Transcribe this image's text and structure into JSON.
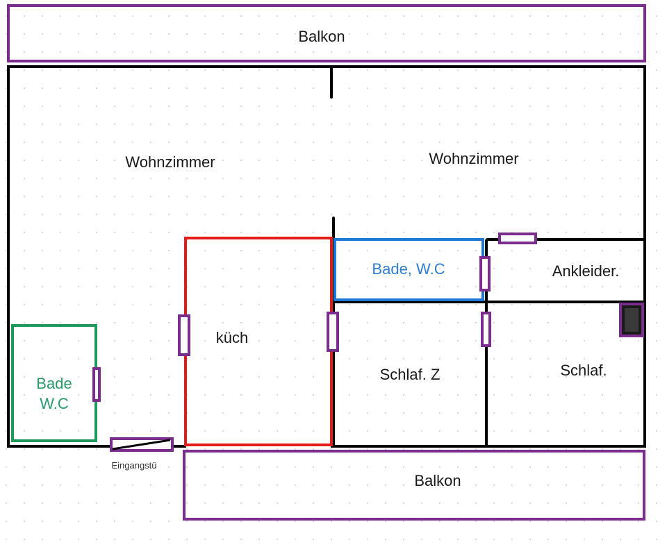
{
  "colors": {
    "wall": "#000000",
    "balcony": "#7b2d8e",
    "door": "#7b2d8e",
    "kitchen": "#e31b1b",
    "bath_blue": "#1e78d6",
    "bath_green": "#1f9a5c",
    "label": "#1a1a1a",
    "grid_dot": "#d4d4d4"
  },
  "rooms": {
    "balkon_top": {
      "label": "Balkon"
    },
    "wohnzimmer_left": {
      "label": "Wohnzimmer"
    },
    "wohnzimmer_right": {
      "label": "Wohnzimmer"
    },
    "kueche": {
      "label": "küch"
    },
    "bade_wc_blue": {
      "label": "Bade, W.C"
    },
    "ankleide": {
      "label": "Ankleider."
    },
    "schlaf_z": {
      "label": "Schlaf. Z"
    },
    "schlaf": {
      "label": "Schlaf."
    },
    "bade_wc_green": {
      "label_line1": "Bade",
      "label_line2": "W.C"
    },
    "balkon_bottom": {
      "label": "Balkon"
    }
  },
  "entrance": {
    "label": "Eingangstü"
  }
}
